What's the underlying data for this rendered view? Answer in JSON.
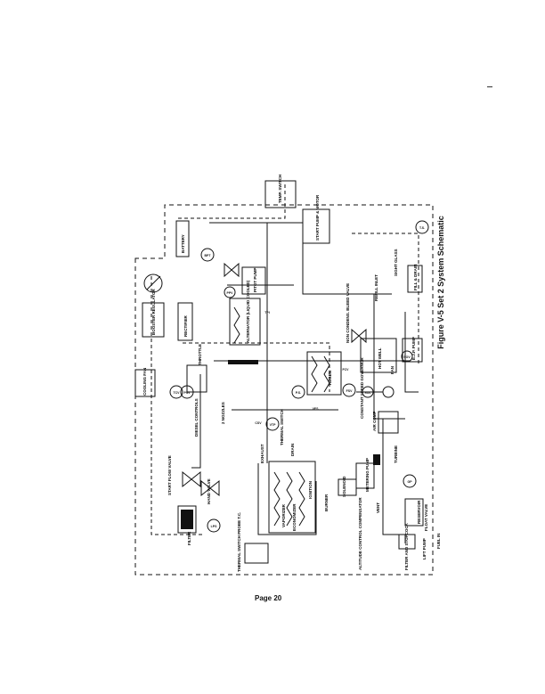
{
  "caption": "Figure V-5 Set 2 System Schematic",
  "page_number": "Page 20",
  "labels": {
    "temp_switch": "TEMP. SWITCH",
    "start_pump_motor": "START PUMP & MOTOR",
    "battery": "BATTERY",
    "rectifier": "RECTIFIER",
    "booster_regulator": "BOOSTER REGULATOR",
    "cooling_fan": "COOLING FAN",
    "pitot_pump": "PITOT PUMP",
    "alternator": "ALTERNATOR (LIQUID COOLED)",
    "noncondensable_bleed": "NON CONDENS. BLEED VALVE",
    "sight_glass": "SIGHT GLASS",
    "fill_inlet": "REFILL INLET",
    "fill_drain": "FILL & DRAIN",
    "regen": "REGEN",
    "hot_well": "HOT WELL",
    "ejector_pump": "E.J.P. PUMP",
    "fan": "FAN",
    "constant_speed_governor": "CONSTANT SPEED GOVERNOR",
    "air_comp": "AIR COMP",
    "diesel_controls": "DIESEL CONTROLS",
    "nozzles": "2 NOZZLES",
    "throttle": "THROTTLE",
    "start_flow_valve": "START FLOW VALVE",
    "hand_valve": "HAND VALVE",
    "filter": "FILTER",
    "exhaust": "EXHAUST",
    "thermal_switch": "THERMAL SWITCH",
    "drain": "DRAIN",
    "vaporizer": "VAPORIZER",
    "economizer": "ECONOMIZER",
    "ignition": "IGNITION",
    "burner": "BURNER",
    "solenoid": "SOLENOID",
    "metering_pump": "METERING PUMP",
    "vent": "VENT",
    "reservoir": "RESERVOIR",
    "float_valve": "FLOAT VALVE",
    "altitude_control": "ALTITUDE CONTROL COMPENSATOR",
    "thermal_switch_probe": "THERMAL SWITCH PROBE T.C.",
    "filter_stopcock": "FILTER AND STOPCOCK",
    "lift_pump": "LIFT PUMP",
    "fuel_in": "FUEL IN",
    "turbine": "TURBINE"
  },
  "tags": [
    "BPT",
    "PPV",
    "T.S.",
    "P.S.",
    "VTP",
    "FSV",
    "SOV",
    "SOL",
    "GP",
    "TCV",
    "PSV",
    "LPS",
    "TPI",
    "VFS",
    "FCV",
    "CSV"
  ]
}
